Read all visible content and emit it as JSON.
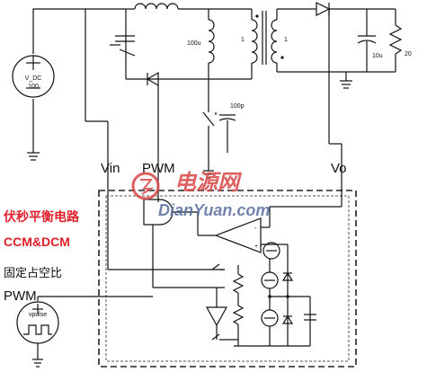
{
  "labels": {
    "vin": "Vin",
    "pwm_top": "PWM",
    "vo": "Vo",
    "pwm_left": "PWM",
    "title_cn": "伏秒平衡电路",
    "ccm_dcm": "CCM&DCM",
    "fixed_duty": "固定占空比",
    "v_dc_name": "V_DC",
    "v_dc_value": "100",
    "vpulse_name": "vpulse",
    "l_value": "100u",
    "t_pri": "1",
    "t_sec": "1",
    "c_out": "10u",
    "r_load": "20",
    "c_snub": "100p"
  },
  "watermark": {
    "cn": "电源网",
    "en": "DianYuan.com"
  },
  "colors": {
    "wire": "#111111",
    "accent_red": "#e0202a",
    "watermark_red": "#d94545",
    "watermark_blue": "#5a6fa0"
  }
}
